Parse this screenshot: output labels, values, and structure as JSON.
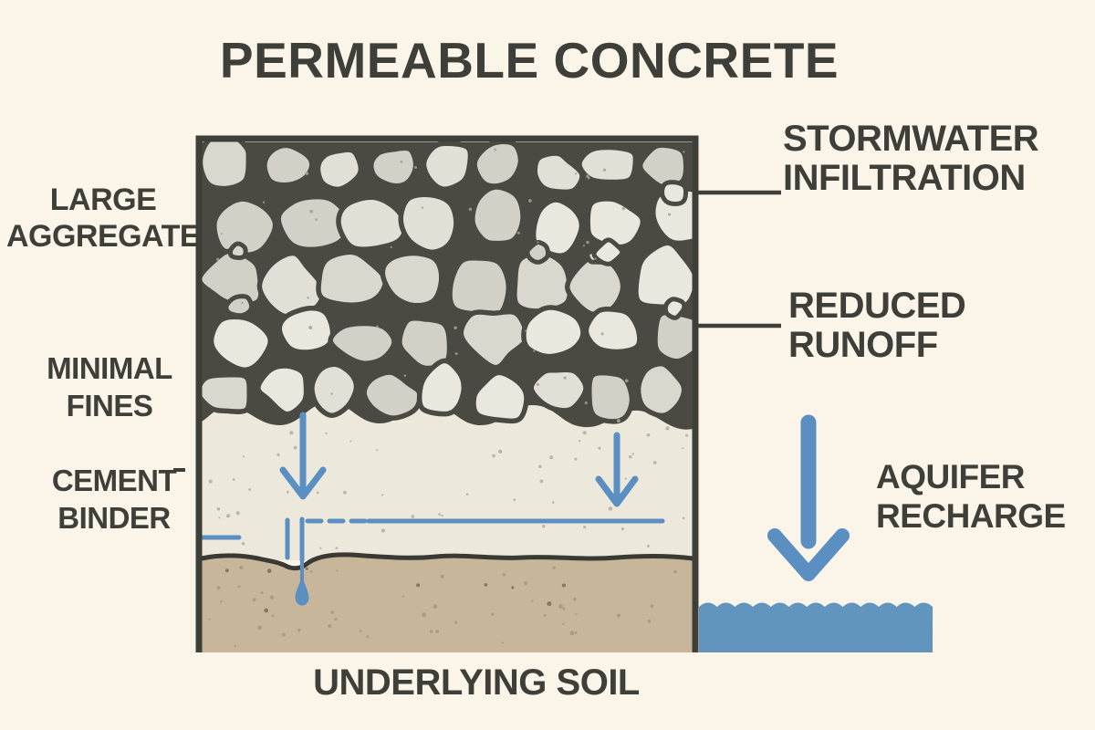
{
  "title": "PERMEABLE CONCRETE",
  "labels": {
    "large_aggregate": "LARGE\nAGGREGATE",
    "minimal_fines": "MINIMAL\nFINES",
    "cement_binder": "CEMENT\nBINDER",
    "stormwater_infiltration": "STORMWATER\nINFILTRATION",
    "reduced_runoff": "REDUCED\nRUNOFF",
    "aquifer_recharge": "AQUIFER\nRECHARGE",
    "underlying_soil": "UNDERLYING SOIL"
  },
  "colors": {
    "background": "#FAF4E9",
    "ink": "#3F3F39",
    "stone_gap": "#4A4A43",
    "stone_fill": "#D9D6CE",
    "concrete": "#EDE8DC",
    "soil": "#C8B69A",
    "soil_line": "#3A3A34",
    "arrow_blue": "#5B8FC1",
    "water_blue": "#6295BD"
  }
}
